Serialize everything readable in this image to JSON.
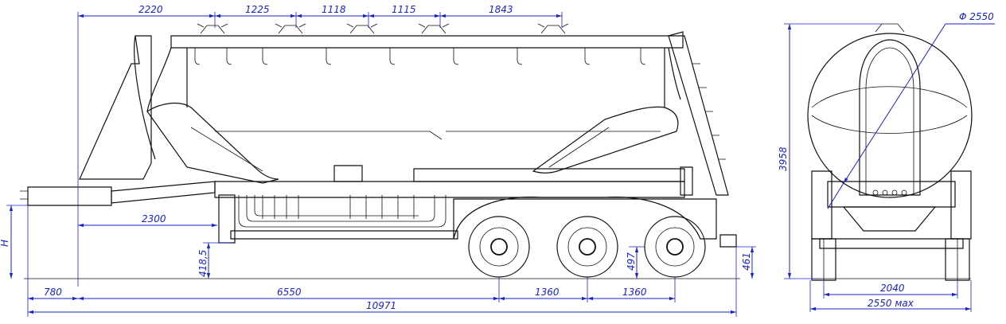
{
  "dims": {
    "d2220": "2220",
    "d1225": "1225",
    "d1118": "1118",
    "d1115": "1115",
    "d1843": "1843",
    "d2300": "2300",
    "dH": "H",
    "d418": "418,5",
    "d497": "497",
    "d461": "461",
    "d780": "780",
    "d6550": "6550",
    "d1360a": "1360",
    "d1360b": "1360",
    "d10971": "10971",
    "d3958": "3958",
    "dDiam": "Φ 2550",
    "d2040": "2040",
    "d2550max": "2550 мах"
  },
  "colors": {
    "dimension": "#1a23c8",
    "outline": "#111111"
  }
}
